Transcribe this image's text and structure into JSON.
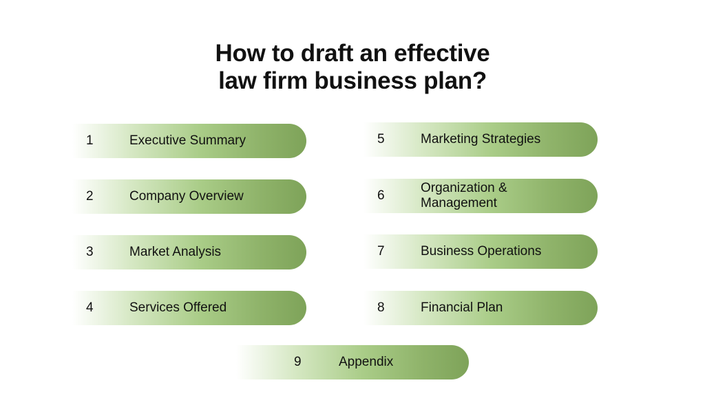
{
  "title_line1": "How to draft an effective",
  "title_line2": "law firm business plan?",
  "steps": [
    {
      "num": "1",
      "label": "Executive Summary"
    },
    {
      "num": "2",
      "label": "Company Overview"
    },
    {
      "num": "3",
      "label": "Market Analysis"
    },
    {
      "num": "4",
      "label": "Services Offered"
    },
    {
      "num": "5",
      "label": "Marketing Strategies"
    },
    {
      "num": "6",
      "label": "Organization & Management"
    },
    {
      "num": "7",
      "label": "Business Operations"
    },
    {
      "num": "8",
      "label": "Financial Plan"
    },
    {
      "num": "9",
      "label": "Appendix"
    }
  ],
  "colors": {
    "gradient_start": "#ffffff",
    "gradient_mid": "#a9cc87",
    "gradient_end": "#7ea359"
  }
}
